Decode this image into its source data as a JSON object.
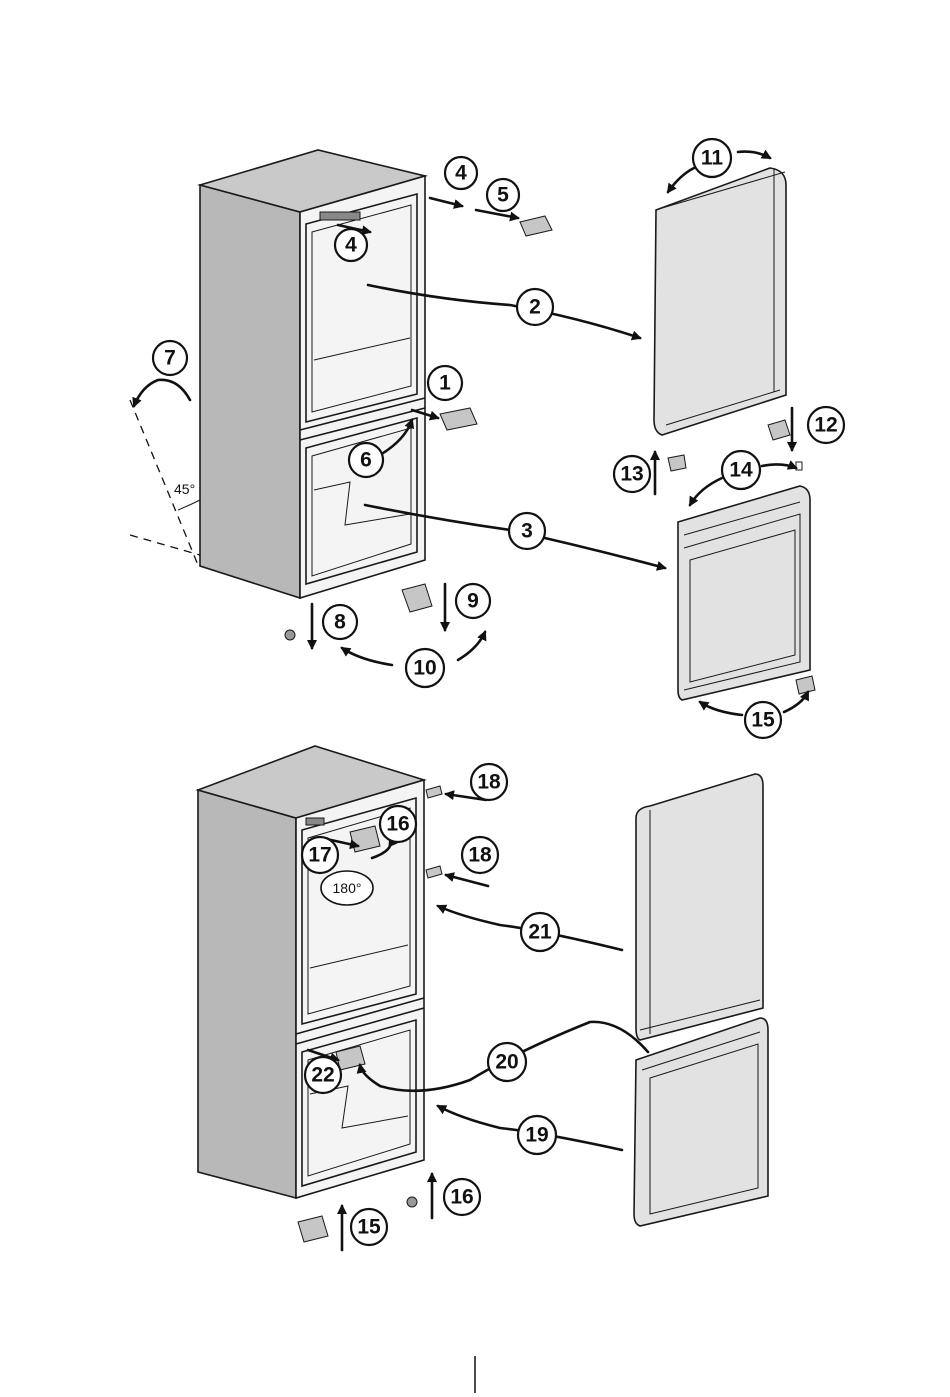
{
  "callouts": {
    "c1": "1",
    "c2": "2",
    "c3": "3",
    "c4a": "4",
    "c4b": "4",
    "c5": "5",
    "c6": "6",
    "c7": "7",
    "c8": "8",
    "c9": "9",
    "c10": "10",
    "c11": "11",
    "c12": "12",
    "c13": "13",
    "c14": "14",
    "c15a": "15",
    "c15b": "15",
    "c16a": "16",
    "c16b": "16",
    "c17": "17",
    "c18a": "18",
    "c18b": "18",
    "c19": "19",
    "c20": "20",
    "c21": "21",
    "c22": "22"
  },
  "labels": {
    "tilt_angle": "45°",
    "rotate_angle": "180°"
  },
  "colors": {
    "cabinet_side": "#b8b8b8",
    "cabinet_top": "#c9c9c9",
    "door_face": "#e2e2e2",
    "line": "#1a1a1a"
  }
}
